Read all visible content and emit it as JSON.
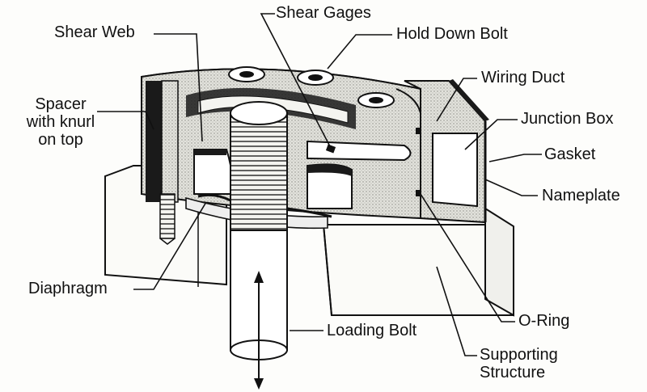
{
  "diagram": {
    "labels": {
      "shear_web": "Shear Web",
      "shear_gages": "Shear Gages",
      "hold_down_bolt": "Hold Down Bolt",
      "wiring_duct": "Wiring Duct",
      "spacer_line1": "Spacer",
      "spacer_line2": "with knurl",
      "spacer_line3": "on top",
      "junction_box": "Junction Box",
      "gasket": "Gasket",
      "nameplate": "Nameplate",
      "diaphragm": "Diaphragm",
      "o_ring": "O-Ring",
      "loading_bolt": "Loading Bolt",
      "supporting_line1": "Supporting",
      "supporting_line2": "Structure"
    },
    "colors": {
      "ink": "#111111",
      "paper": "#fdfdfb",
      "stipple": "#c9c9c4",
      "dark_fill": "#1a1a1a"
    }
  }
}
